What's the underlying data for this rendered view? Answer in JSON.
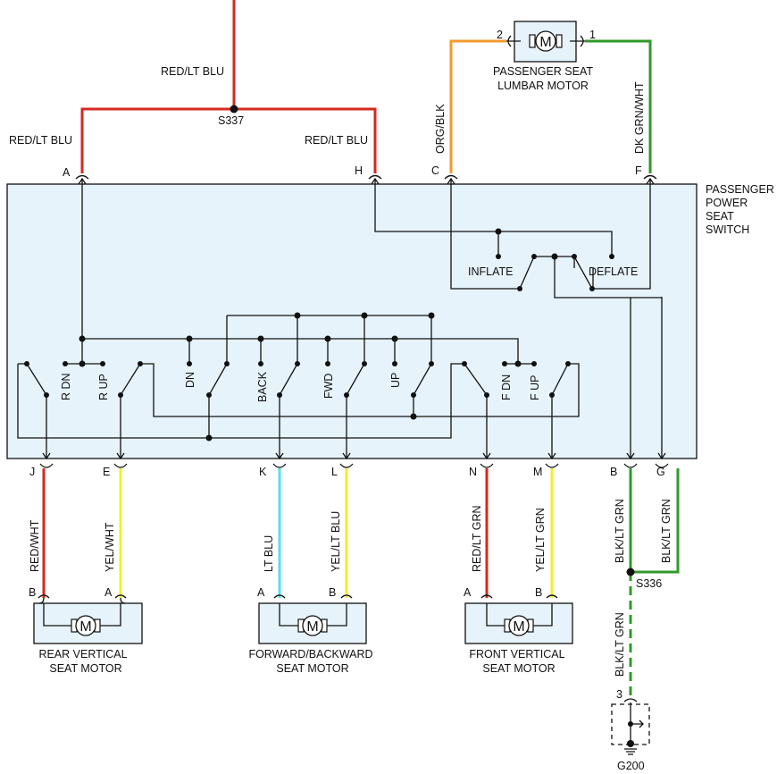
{
  "colors": {
    "red_lt_blu": "#d62a1e",
    "lt_blu": "#55e1f0",
    "red": "#d62a1e",
    "yellow": "#f2ef2a",
    "orange": "#f39a2c",
    "green": "#2f9a2a",
    "box_fill": "#e6f3fb"
  },
  "splices": {
    "s337": "S337",
    "s336": "S336"
  },
  "ground": {
    "label": "G200",
    "pin": "3"
  },
  "switch": {
    "title": [
      "PASSENGER",
      "POWER",
      "SEAT",
      "SWITCH"
    ],
    "inflate": "INFLATE",
    "deflate": "DEFLATE",
    "contacts": {
      "r_dn": "R DN",
      "r_up": "R UP",
      "dn": "DN",
      "back": "BACK",
      "fwd": "FWD",
      "up": "UP",
      "f_dn": "F DN",
      "f_up": "F UP"
    }
  },
  "top_pins": {
    "a": "A",
    "h": "H",
    "c": "C",
    "f": "F"
  },
  "top_wires": {
    "feed": "RED/LT BLU",
    "left": "RED/LT BLU",
    "right": "RED/LT BLU",
    "c": "ORG/BLK",
    "f": "DK GRN/WHT"
  },
  "lumbar": {
    "name": [
      "PASSENGER SEAT",
      "LUMBAR MOTOR"
    ],
    "pin_left": "2",
    "pin_right": "1",
    "m": "M"
  },
  "bottom_pins": {
    "j": "J",
    "e": "E",
    "k": "K",
    "l": "L",
    "n": "N",
    "m": "M",
    "b": "B",
    "g": "G"
  },
  "bottom_wires": {
    "j": "RED/WHT",
    "e": "YEL/WHT",
    "k": "LT BLU",
    "l": "YEL/LT BLU",
    "n": "RED/LT GRN",
    "m": "YEL/LT GRN",
    "b": "BLK/LT GRN",
    "g": "BLK/LT GRN",
    "ground": "BLK/LT GRN"
  },
  "motors": {
    "rear": {
      "name": [
        "REAR VERTICAL",
        "SEAT MOTOR"
      ],
      "pin_left": "B",
      "pin_right": "A",
      "m": "M"
    },
    "fwd_back": {
      "name": [
        "FORWARD/BACKWARD",
        "SEAT MOTOR"
      ],
      "pin_left": "A",
      "pin_right": "B",
      "m": "M"
    },
    "front": {
      "name": [
        "FRONT VERTICAL",
        "SEAT MOTOR"
      ],
      "pin_left": "A",
      "pin_right": "B",
      "m": "M"
    }
  }
}
